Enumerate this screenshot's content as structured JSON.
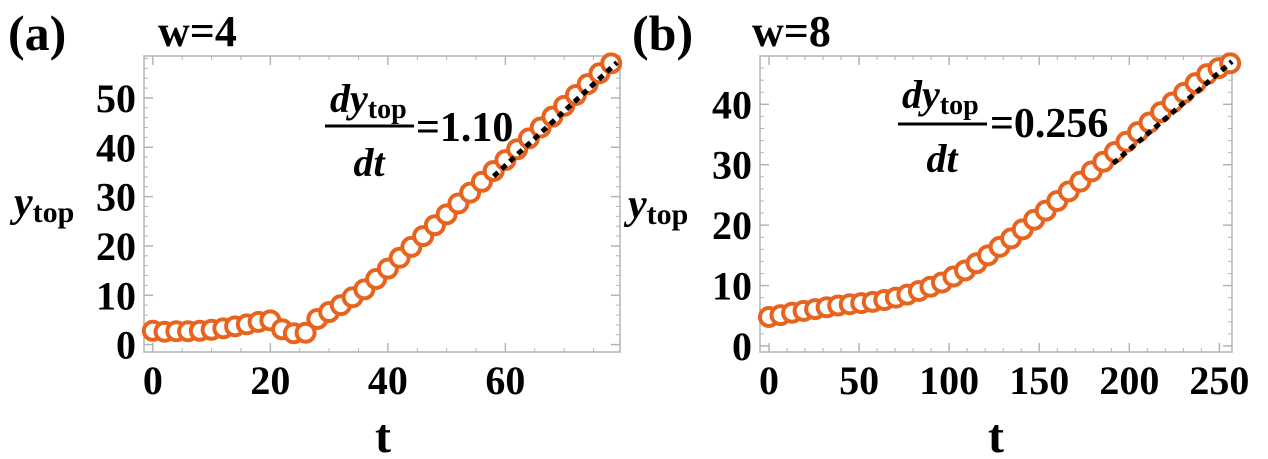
{
  "colors": {
    "marker": "#E8641E",
    "fit": "#000000",
    "frame": "#b4b4b4"
  },
  "chart_data": [
    {
      "type": "scatter",
      "panel_label": "(a)",
      "title": "w=4",
      "xlabel": "t",
      "ylabel_main": "y",
      "ylabel_sub": "top",
      "xlim": [
        -1.5,
        79.5
      ],
      "ylim": [
        -1.5,
        58.5
      ],
      "xticks": [
        0,
        20,
        40,
        60
      ],
      "yticks": [
        0,
        10,
        20,
        30,
        40,
        50
      ],
      "x_minor_step": 5,
      "y_minor_step": 2,
      "annotation": {
        "numerator_main": "dy",
        "numerator_sub": "top",
        "denominator": "dt",
        "value": "=1.10"
      },
      "series": [
        {
          "type": "scatter",
          "x": [
            0,
            2,
            4,
            6,
            8,
            10,
            12,
            14,
            16,
            18,
            20,
            22,
            24,
            26,
            28,
            30,
            32,
            34,
            36,
            38,
            40,
            42,
            44,
            46,
            48,
            50,
            52,
            54,
            56,
            58,
            60,
            62,
            64,
            66,
            68,
            70,
            72,
            74,
            76,
            78
          ],
          "y": [
            2.8,
            2.6,
            2.7,
            2.7,
            2.8,
            3.0,
            3.3,
            3.7,
            4.1,
            4.6,
            4.9,
            3.1,
            2.3,
            2.4,
            5.2,
            6.6,
            8.0,
            9.6,
            11.2,
            13.3,
            15.4,
            17.6,
            19.8,
            22.0,
            24.2,
            26.4,
            28.6,
            30.8,
            33.0,
            35.2,
            37.4,
            39.6,
            41.8,
            44.0,
            46.2,
            48.4,
            50.6,
            52.8,
            55.0,
            57.0
          ]
        },
        {
          "type": "line",
          "style": "dashed",
          "x": [
            58,
            79
          ],
          "y": [
            34.1,
            57.2
          ]
        }
      ]
    },
    {
      "type": "scatter",
      "panel_label": "(b)",
      "title": "w=8",
      "xlabel": "t",
      "ylabel_main": "y",
      "ylabel_sub": "top",
      "xlim": [
        -5,
        257
      ],
      "ylim": [
        -1,
        48
      ],
      "xticks": [
        0,
        50,
        100,
        150,
        200,
        250
      ],
      "yticks": [
        0,
        10,
        20,
        30,
        40
      ],
      "x_minor_step": 10,
      "y_minor_step": 2,
      "annotation": {
        "numerator_main": "dy",
        "numerator_sub": "top",
        "denominator": "dt",
        "value": "=0.256"
      },
      "series": [
        {
          "type": "scatter",
          "x": [
            0,
            6.4,
            12.8,
            19.2,
            25.6,
            32,
            38.4,
            44.8,
            51.2,
            57.6,
            64,
            70.4,
            76.8,
            83.2,
            89.6,
            96,
            102.4,
            108.8,
            115.2,
            121.6,
            128,
            134.4,
            140.8,
            147.2,
            153.6,
            160,
            166.4,
            172.8,
            179.2,
            185.6,
            192,
            198.4,
            204.8,
            211.2,
            217.6,
            224,
            230.4,
            236.8,
            243.2,
            249.6,
            256
          ],
          "y": [
            4.8,
            5.1,
            5.5,
            5.8,
            6.1,
            6.4,
            6.7,
            6.9,
            7.1,
            7.3,
            7.6,
            8.0,
            8.5,
            9.1,
            9.8,
            10.5,
            11.5,
            12.5,
            13.7,
            15.0,
            16.4,
            17.8,
            19.3,
            20.9,
            22.4,
            24.0,
            25.6,
            27.2,
            28.9,
            30.5,
            32.1,
            33.8,
            35.4,
            37.0,
            38.7,
            40.3,
            41.9,
            43.5,
            45.0,
            46.0,
            46.8
          ]
        },
        {
          "type": "line",
          "style": "dashed",
          "x": [
            191,
            257
          ],
          "y": [
            30.2,
            47.1
          ]
        }
      ]
    }
  ]
}
